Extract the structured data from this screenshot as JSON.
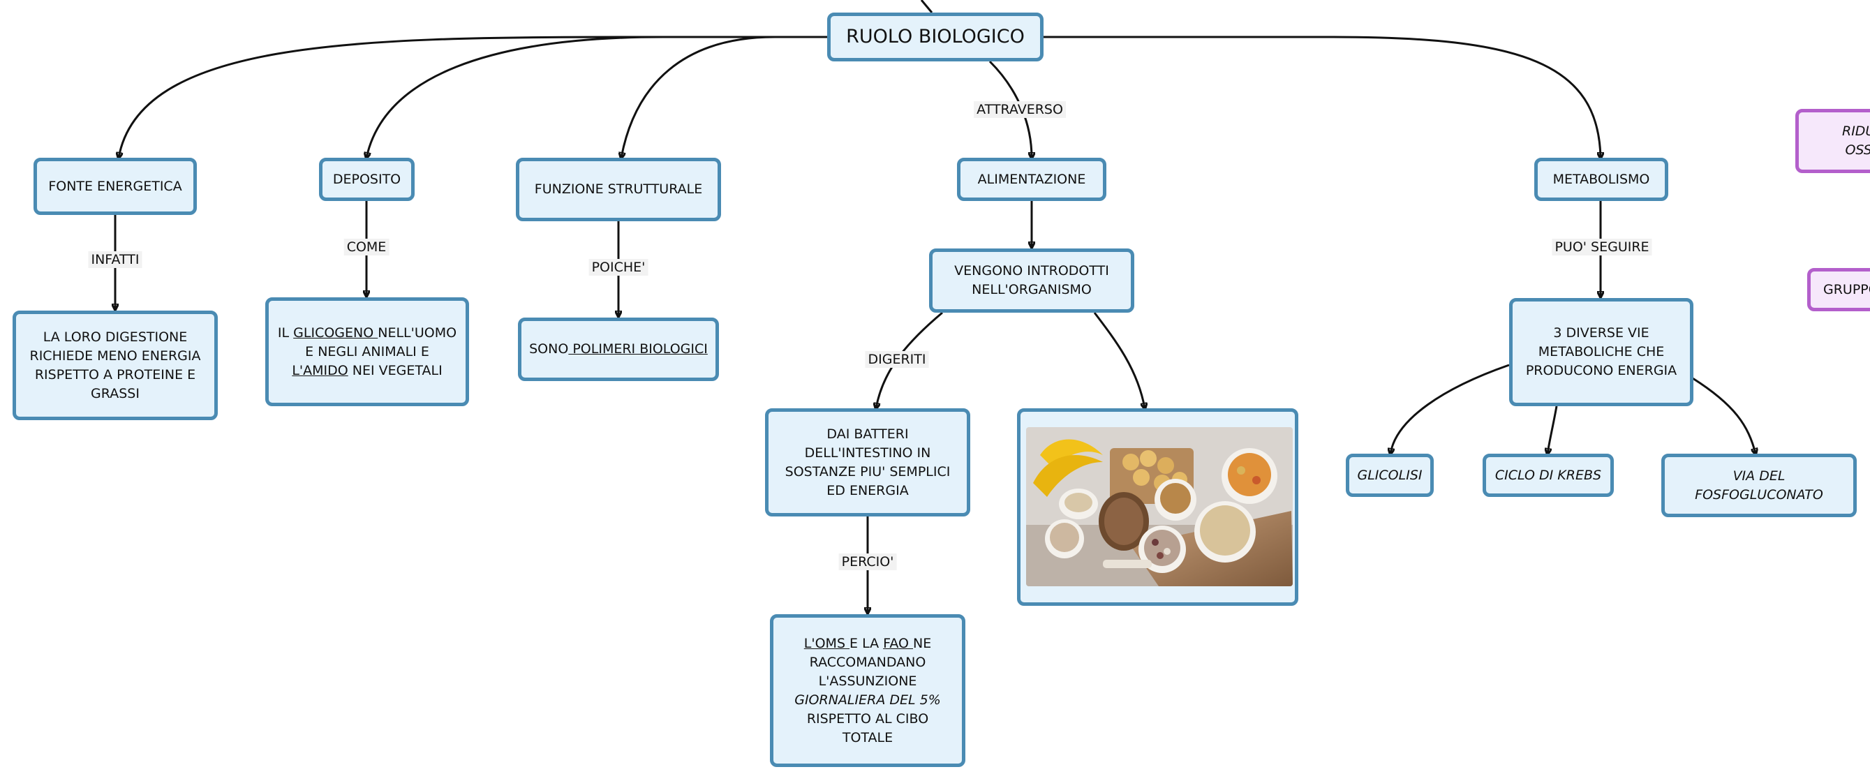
{
  "colors": {
    "node_fill": "#e4f2fb",
    "node_border": "#4a8bb3",
    "purple_fill": "#f6e8fb",
    "purple_border": "#b35fcb",
    "link": "#111111"
  },
  "root": {
    "label": "RUOLO BIOLOGICO"
  },
  "fonte": {
    "label": "FONTE ENERGETICA",
    "link": "INFATTI",
    "detail": "LA LORO DIGESTIONE RICHIEDE MENO ENERGIA RISPETTO A PROTEINE E GRASSI"
  },
  "deposito": {
    "label": "DEPOSITO",
    "link": "COME",
    "detail": {
      "p1": "IL ",
      "u1": "GLICOGENO ",
      "p2": "NELL'UOMO E NEGLI ANIMALI E ",
      "u2": "L'AMIDO",
      "p3": " NEI VEGETALI"
    }
  },
  "strutturale": {
    "label": "FUNZIONE STRUTTURALE",
    "link": "POICHE'",
    "detail": {
      "p1": "SONO",
      "u1": " POLIMERI BIOLOGICI"
    }
  },
  "alimentazione": {
    "label": "ALIMENTAZIONE",
    "link_in": "ATTRAVERSO",
    "introdotti": "VENGONO INTRODOTTI NELL'ORGANISMO",
    "link_digeriti": "DIGERITI",
    "batteri": "DAI BATTERI DELL'INTESTINO IN SOSTANZE PIU' SEMPLICI ED ENERGIA",
    "link_percio": "PERCIO'",
    "oms": {
      "u1": "L'OMS ",
      "p1": "E LA ",
      "u2": "FAO ",
      "p2": "NE RACCOMANDANO L'ASSUNZIONE ",
      "i1": "GIORNALIERA DEL 5%",
      "p3": " RISPETTO AL CIBO TOTALE"
    },
    "image": "food-photo"
  },
  "metabolismo": {
    "label": "METABOLISMO",
    "link": "PUO' SEGUIRE",
    "vie": "3 DIVERSE VIE METABOLICHE CHE PRODUCONO ENERGIA",
    "glicolisi": "GLICOLISI",
    "krebs": "CICLO DI KREBS",
    "fosfo": "VIA DEL FOSFOGLUCONATO"
  },
  "partial": {
    "rid_1": "RIDU",
    "rid_2": "OSS",
    "gruppo": "GRUPPO"
  }
}
